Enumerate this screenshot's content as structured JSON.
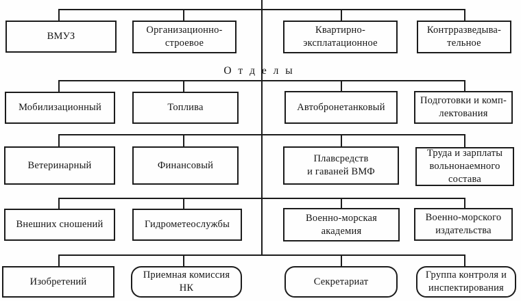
{
  "diagram": {
    "title_implicit": "О т д е л ы",
    "center_label": "О т д е л ы",
    "line_color": "#1b1b1b",
    "background_color": "#fefefe",
    "rows": [
      {
        "boxes": [
          {
            "label": "ВМУЗ",
            "shape": "rect"
          },
          {
            "label": "Организационно-\nстроевое",
            "shape": "rect"
          },
          {
            "label": "Квартирно-\nэксплатационное",
            "shape": "rect"
          },
          {
            "label": "Контрразведыва-\nтельное",
            "shape": "rect"
          }
        ]
      },
      {
        "boxes": [
          {
            "label": "Мобилизационный",
            "shape": "rect"
          },
          {
            "label": "Топлива",
            "shape": "rect"
          },
          {
            "label": "Автобронетанковый",
            "shape": "rect"
          },
          {
            "label": "Подготовки и комп-\nлектования",
            "shape": "rect"
          }
        ]
      },
      {
        "boxes": [
          {
            "label": "Ветеринарный",
            "shape": "rect"
          },
          {
            "label": "Финансовый",
            "shape": "rect"
          },
          {
            "label": "Плавсредств\nи гаваней ВМФ",
            "shape": "rect"
          },
          {
            "label": "Труда и зарплаты\nвольнонаемного\nсостава",
            "shape": "rect"
          }
        ]
      },
      {
        "boxes": [
          {
            "label": "Внешних сношений",
            "shape": "rect"
          },
          {
            "label": "Гидрометеослужбы",
            "shape": "rect"
          },
          {
            "label": "Военно-морская\nакадемия",
            "shape": "rect"
          },
          {
            "label": "Военно-морского\nиздательства",
            "shape": "rect"
          }
        ]
      },
      {
        "boxes": [
          {
            "label": "Изобретений",
            "shape": "rect"
          },
          {
            "label": "Приемная комиссия\nНК",
            "shape": "rounded"
          },
          {
            "label": "Секретариат",
            "shape": "rounded"
          },
          {
            "label": "Группа контроля и\nинспектирования",
            "shape": "rounded"
          }
        ]
      }
    ]
  }
}
